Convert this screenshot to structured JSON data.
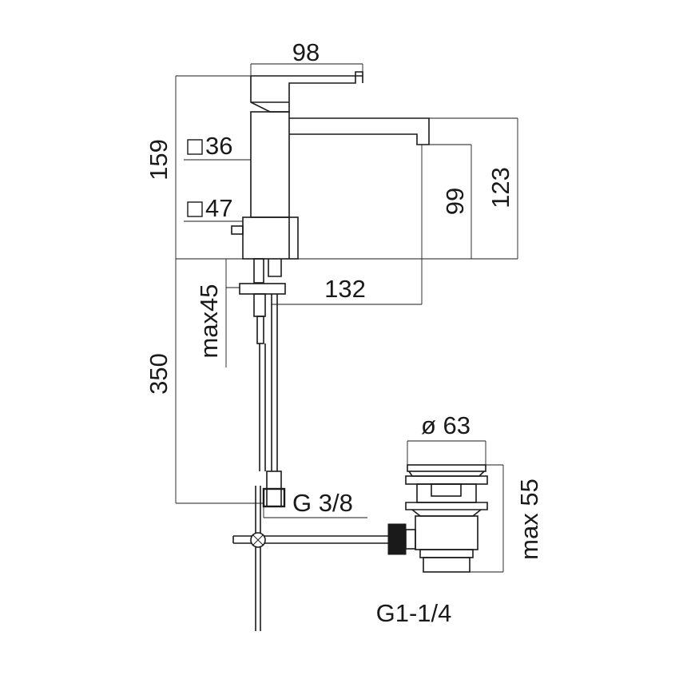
{
  "dimensions": {
    "width_top": "98",
    "overall_height": "159",
    "body_section_1": "36",
    "body_section_2": "47",
    "spout_height": "99",
    "spout_top_height": "123",
    "spout_reach": "132",
    "max_deck_thickness": "max45",
    "hose_length": "350",
    "hose_connection": "G 3/8",
    "waste_diameter": "ø 63",
    "waste_height": "max 55",
    "waste_thread": "G1-1/4"
  },
  "colors": {
    "line": "#1a1a1a",
    "background": "#ffffff"
  }
}
